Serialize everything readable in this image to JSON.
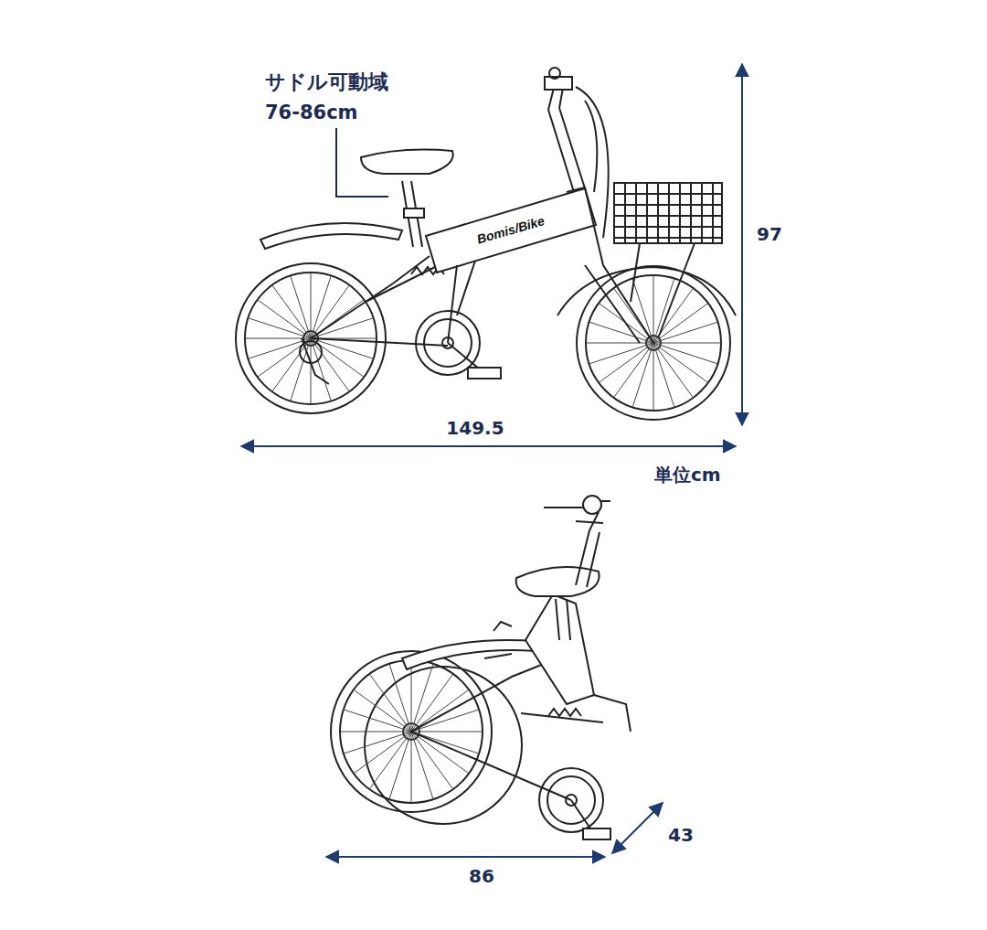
{
  "diagram": {
    "labels": [
      "サドル可動域",
      "76-86cm",
      "149.5",
      "97",
      "単位cm",
      "86",
      "43",
      "Bomis/Bike"
    ]
  }
}
